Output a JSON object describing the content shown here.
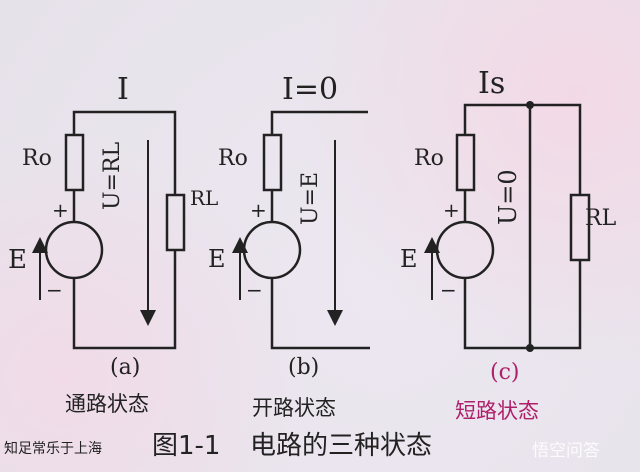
{
  "circuits": [
    {
      "current_label": "I",
      "ro_label": "Ro",
      "rl_label": "RL",
      "voltage_label": "U=RL",
      "emf_label": "E",
      "plus": "+",
      "minus": "−",
      "letter": "(a)",
      "state": "通路状态"
    },
    {
      "current_label": "I=0",
      "ro_label": "Ro",
      "voltage_label": "U=E",
      "emf_label": "E",
      "plus": "+",
      "minus": "−",
      "letter": "(b)",
      "state": "开路状态"
    },
    {
      "current_label": "Is",
      "ro_label": "Ro",
      "rl_label": "RL",
      "voltage_label": "U=0",
      "emf_label": "E",
      "plus": "+",
      "minus": "−",
      "letter": "(c)",
      "state": "短路状态"
    }
  ],
  "caption": {
    "signature": "知足常乐于上海",
    "figure": "图1-1",
    "title": "电路的三种状态"
  },
  "watermark": "悟空问答",
  "colors": {
    "ink": "#222222",
    "accent": "#d0207a"
  }
}
